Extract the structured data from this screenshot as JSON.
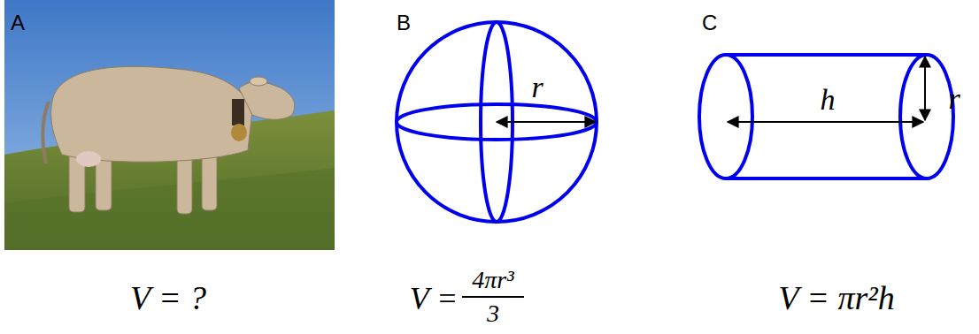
{
  "diagram": {
    "labels": [
      "A",
      "B",
      "C",
      "r",
      "h",
      "r",
      "V = ?",
      "V =",
      "4πr³",
      "3",
      "V = πr²h"
    ]
  }
}
